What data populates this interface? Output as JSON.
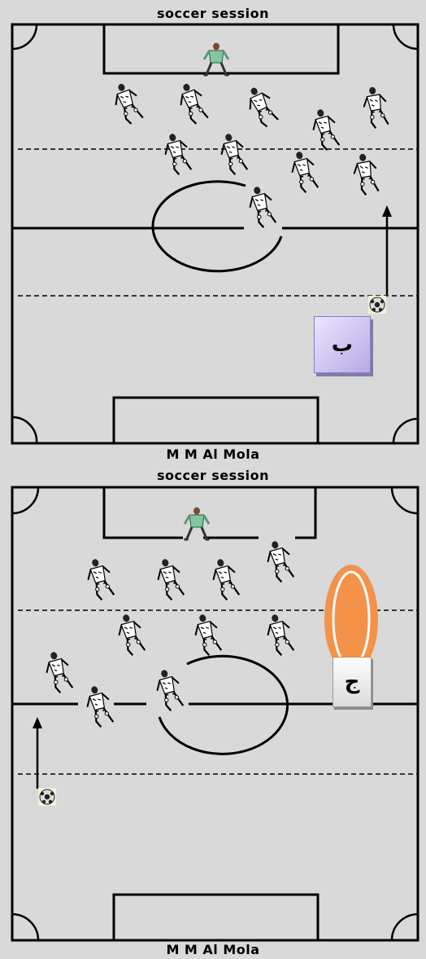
{
  "panels": [
    {
      "title": "soccer session",
      "footer": "M M Al Mola",
      "label": "ب",
      "label_box_color": "#c9bdf2"
    },
    {
      "title": "soccer session",
      "footer": "M M Al Mola",
      "label": "ج",
      "label_box_color": "#eeeeee"
    }
  ],
  "colors": {
    "pitch": "#d9d9d9",
    "lines": "#000000",
    "goalkeeper_shirt": "#7fc8a0",
    "cone_fill": "#f5924a",
    "cone_ring": "#ffffff"
  },
  "icons": {
    "player": "player-icon",
    "goalkeeper": "goalkeeper-icon",
    "ball": "soccer-ball-icon",
    "arrow": "arrow-up-icon",
    "zone": "orange-zone-icon"
  }
}
